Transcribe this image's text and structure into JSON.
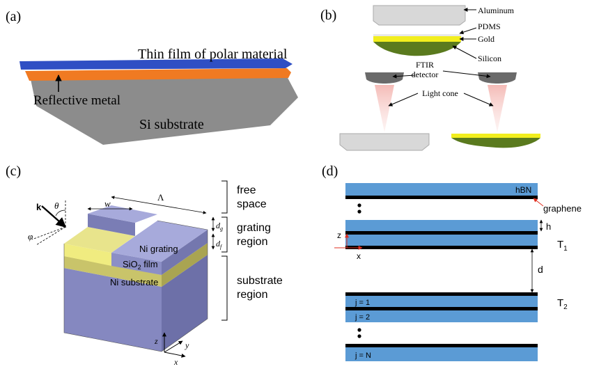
{
  "panel_a": {
    "label": "(a)",
    "film_label": "Thin film of polar material",
    "metal_label": "Reflective metal",
    "substrate_label": "Si substrate",
    "colors": {
      "film": "#2f4fc4",
      "metal": "#f07a22",
      "substrate": "#8c8c8c"
    }
  },
  "panel_b": {
    "label": "(b)",
    "aluminum": "Aluminum",
    "pdms": "PDMS",
    "gold": "Gold",
    "silicon": "Silicon",
    "ftir_line1": "FTIR",
    "ftir_line2": "detector",
    "light_cone": "Light cone",
    "colors": {
      "gold": "#f2ee1e",
      "silicon": "#5a7a1e",
      "aluminum": "#d8d8d8",
      "detector": "#6a6a6a",
      "cone": "#f5c9c6"
    }
  },
  "panel_c": {
    "label": "(c)",
    "free_line1": "free",
    "free_line2": "space",
    "grating_line1": "grating",
    "grating_line2": "region",
    "substrate_line1": "substrate",
    "substrate_line2": "region",
    "ni_grating": "Ni grating",
    "sio2": "SiO",
    "sio2_sub": "2",
    "sio2_rest": " film",
    "ni_substrate": "Ni substrate",
    "k": "k",
    "theta": "θ",
    "phi": "φ",
    "w": "w",
    "lambda": "Λ",
    "dg": "d",
    "dg_sub": "g",
    "df": "d",
    "df_sub": "f",
    "z": "z",
    "y": "y",
    "x": "x",
    "colors": {
      "ni": "#8c8fc6",
      "sio2": "#c9c46a"
    }
  },
  "panel_d": {
    "label": "(d)",
    "hbn": "hBN",
    "graphene": "graphene",
    "h": "h",
    "z": "z",
    "x": "x",
    "T1": "T",
    "T1_sub": "1",
    "d": "d",
    "T2": "T",
    "T2_sub": "2",
    "j1": "j = 1",
    "j2": "j = 2",
    "jN": "j = N",
    "colors": {
      "hbn": "#5b9bd5",
      "graphene": "#000000"
    }
  }
}
